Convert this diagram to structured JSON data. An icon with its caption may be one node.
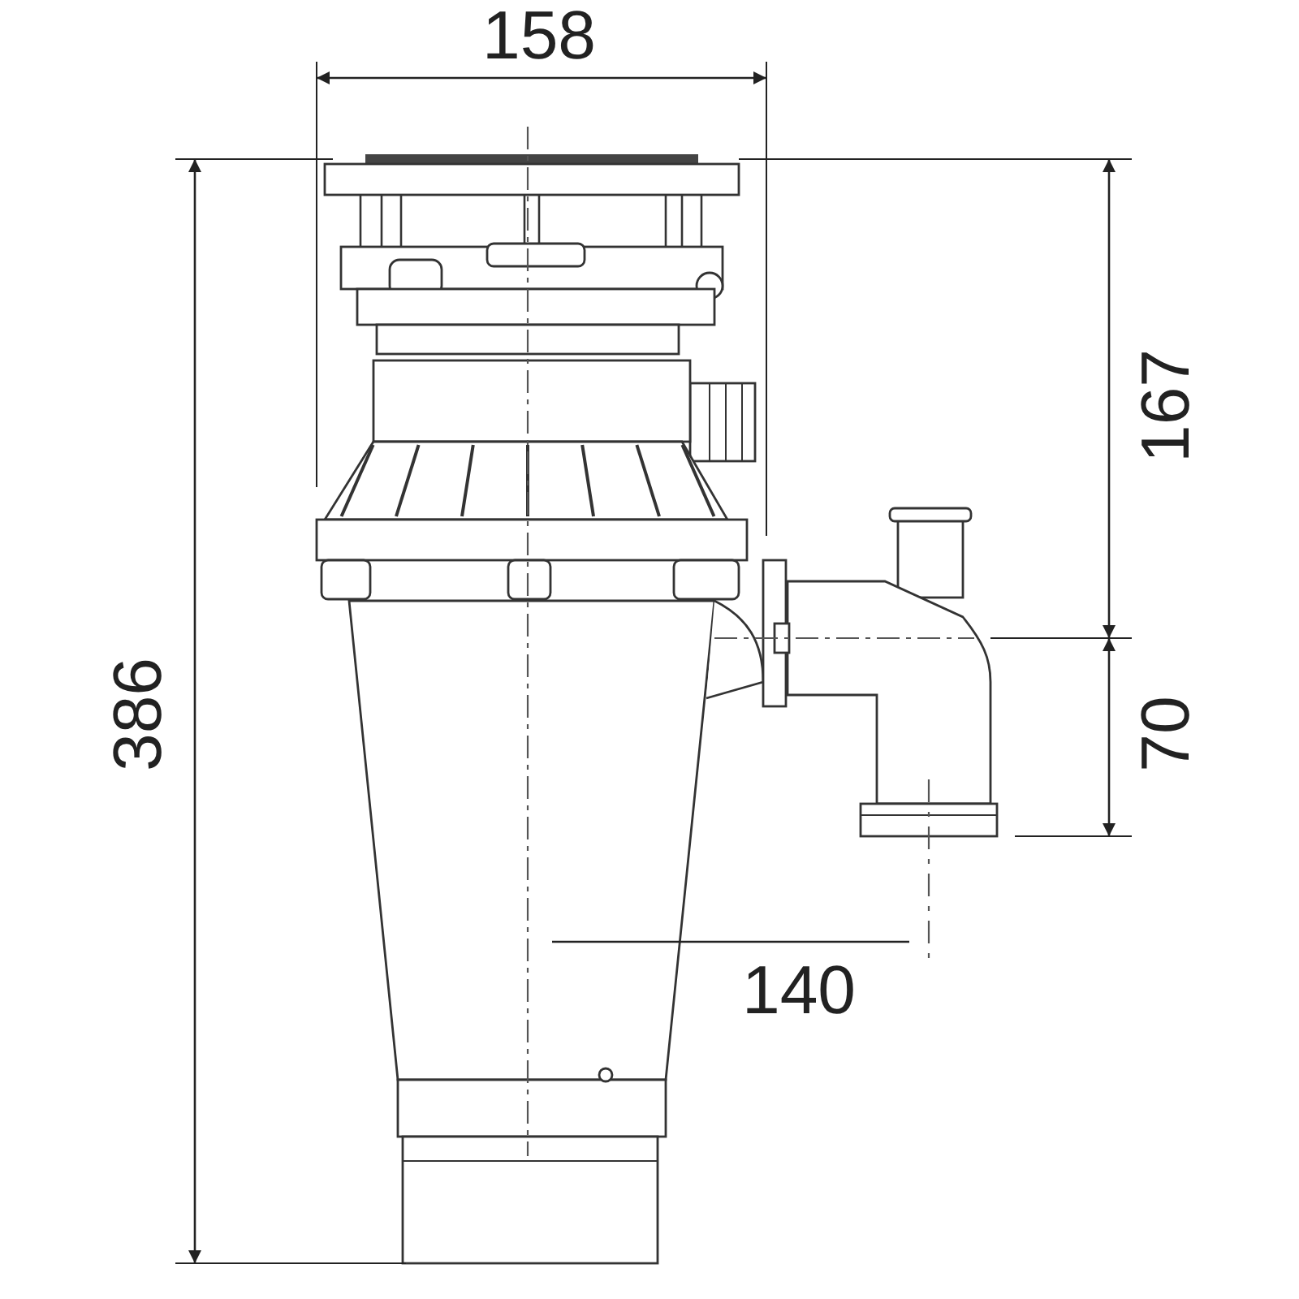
{
  "diagram": {
    "labels": [
      "158",
      "167",
      "386",
      "70",
      "140"
    ]
  }
}
